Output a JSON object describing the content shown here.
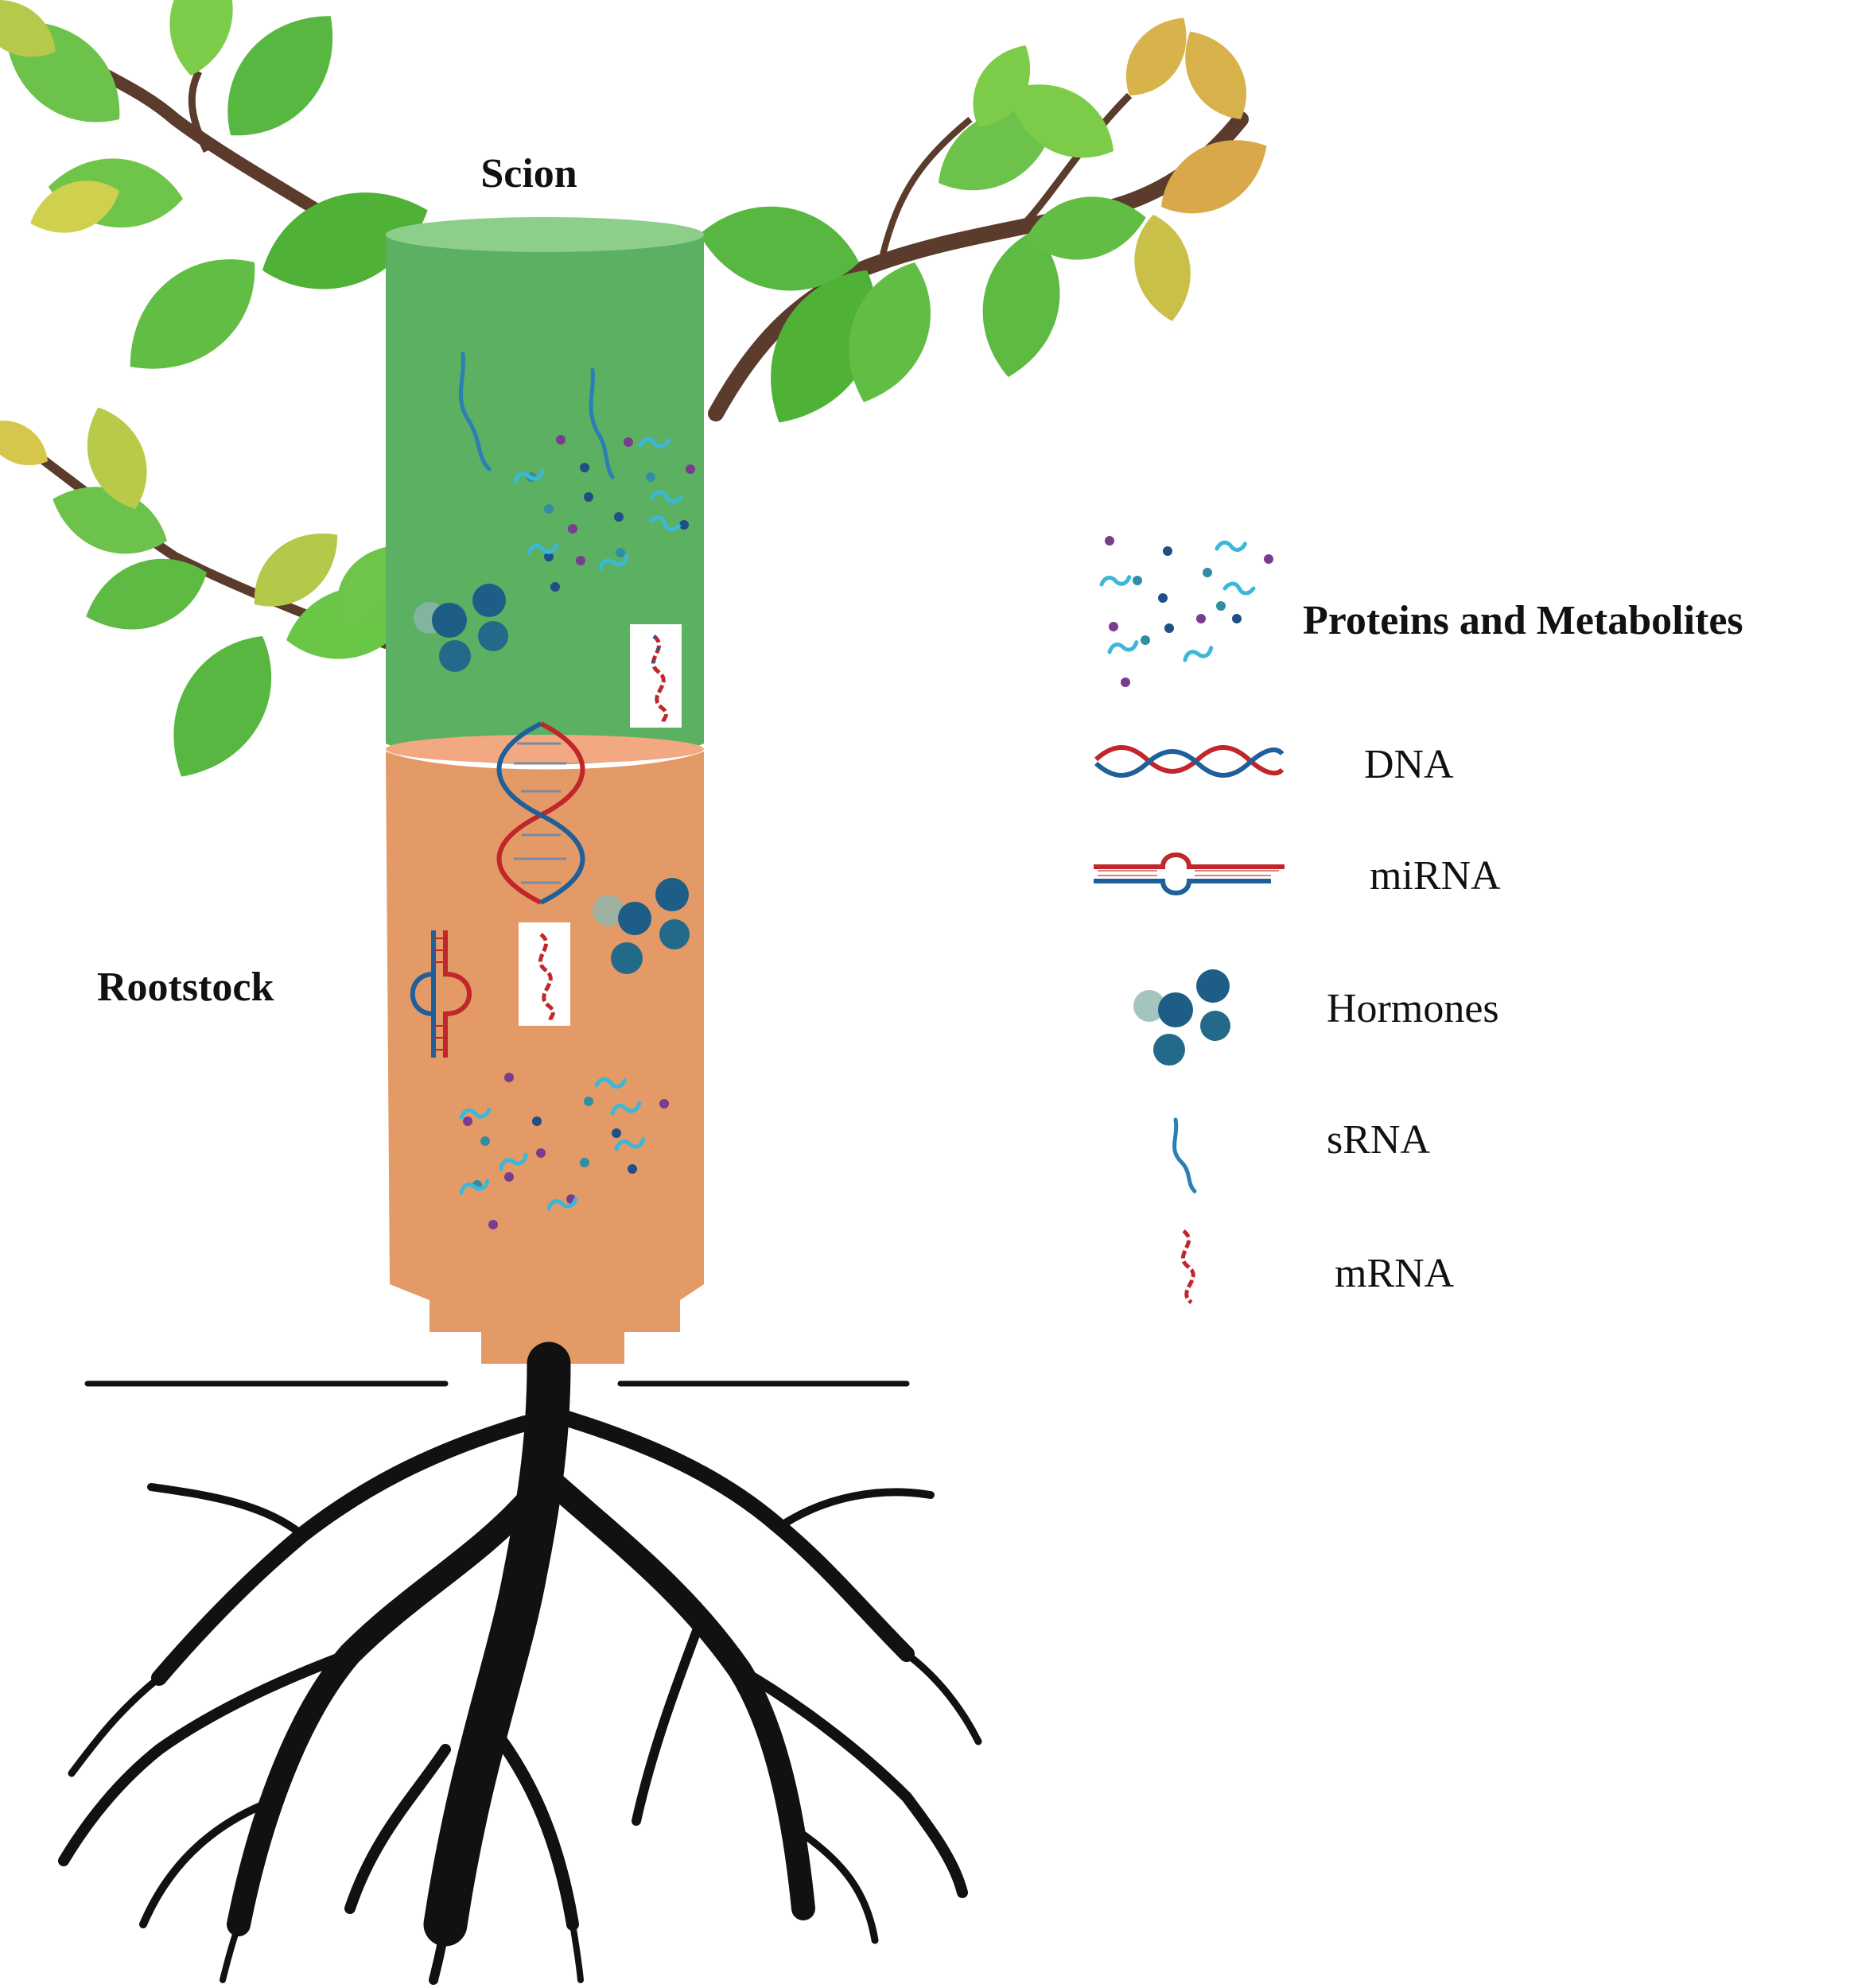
{
  "diagram": {
    "scion_label": "Scion",
    "rootstock_label": "Rootstock"
  },
  "legend": {
    "items": [
      {
        "icon": "proteins-metabolites-cluster-icon",
        "label": "Proteins and Metabolites"
      },
      {
        "icon": "dna-double-helix-icon",
        "label": "DNA"
      },
      {
        "icon": "mirna-hairpin-icon",
        "label": "miRNA"
      },
      {
        "icon": "hormones-spheres-icon",
        "label": "Hormones"
      },
      {
        "icon": "srna-squiggle-icon",
        "label": "sRNA"
      },
      {
        "icon": "mrna-squiggle-icon",
        "label": "mRNA"
      }
    ]
  },
  "colors": {
    "scion": "#5cb062",
    "rootstock": "#e39a66",
    "leaf": "#5fbf3f",
    "branch": "#5a3b2c",
    "root": "#111111",
    "dna_red": "#c0262a",
    "dna_blue": "#1f5f9a",
    "srna": "#2a7fb5",
    "hormone_dark": "#1d5d86",
    "protein_cyan": "#3bb8d8",
    "protein_purple": "#5a2a7a"
  }
}
